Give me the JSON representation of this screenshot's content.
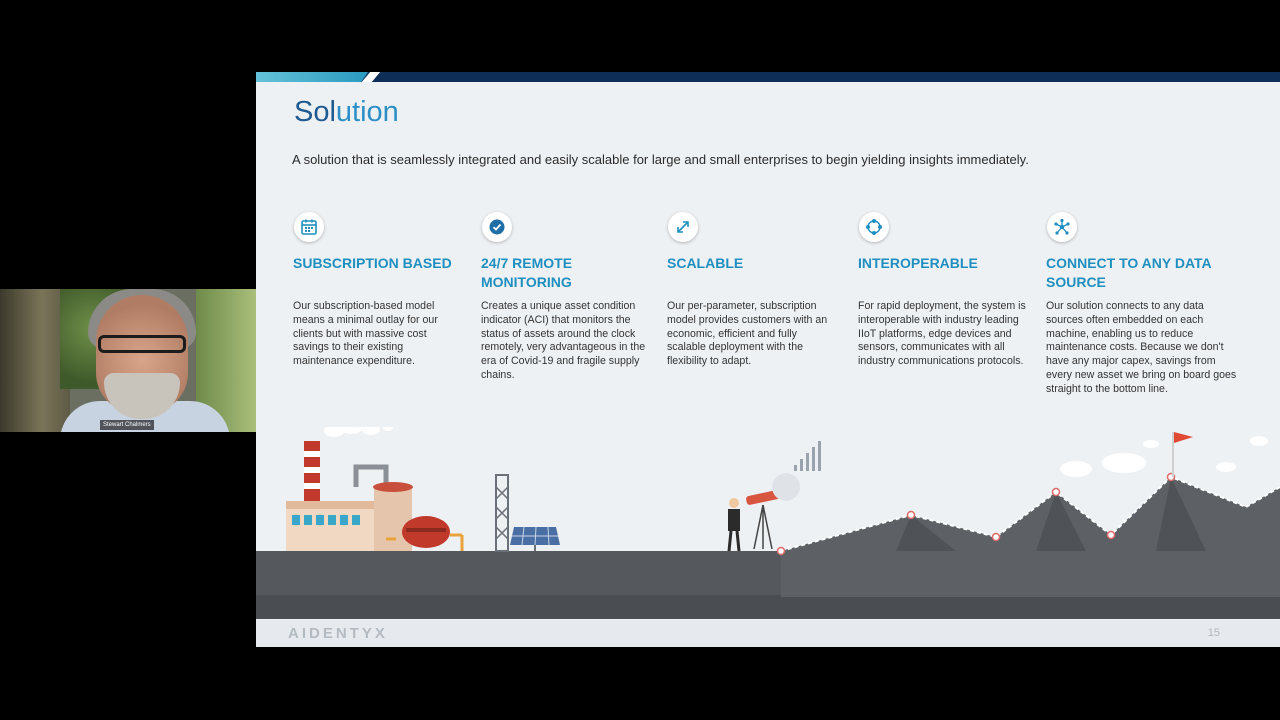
{
  "video": {
    "participant_name": "Stewart Chalmers"
  },
  "slide": {
    "title_part1": "Sol",
    "title_part2": "ution",
    "subtitle": "A solution that is seamlessly integrated and easily scalable for large and small enterprises to begin yielding insights immediately.",
    "columns": [
      {
        "icon": "calendar-icon",
        "heading": "SUBSCRIPTION BASED",
        "body": "Our subscription-based model means a minimal outlay for our clients but with massive cost savings to their existing maintenance expenditure."
      },
      {
        "icon": "check-circle-icon",
        "heading": "24/7 REMOTE MONITORING",
        "body": "Creates a unique asset condition indicator (ACI) that monitors the status of assets around the clock remotely, very advantageous in the era of Covid-19 and fragile supply chains."
      },
      {
        "icon": "expand-arrows-icon",
        "heading": "SCALABLE",
        "body": "Our per-parameter, subscription model provides customers with an economic, efficient and fully scalable deployment with the flexibility to adapt."
      },
      {
        "icon": "circle-nodes-icon",
        "heading": "INTEROPERABLE",
        "body": "For rapid deployment, the system is interoperable with industry leading IIoT platforms, edge devices and sensors, communicates with all industry communications protocols."
      },
      {
        "icon": "network-hub-icon",
        "heading": "CONNECT TO ANY DATA SOURCE",
        "body": "Our solution connects to any data sources often embedded on each machine, enabling us to reduce maintenance costs. Because we don't have any major capex, savings from every new asset we bring on board goes straight to the bottom line."
      }
    ],
    "logo_text": "AIDENTYX",
    "page_number": "15"
  },
  "colors": {
    "navy": "#0f2e57",
    "accent_blue": "#1f8fc0",
    "title_blue": "#1f5b91"
  }
}
